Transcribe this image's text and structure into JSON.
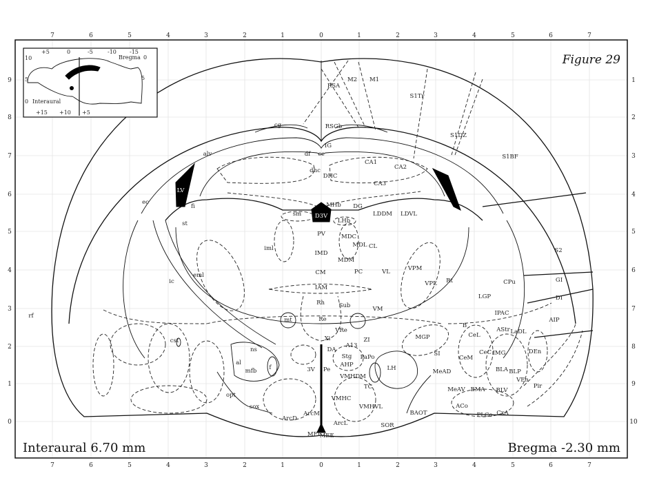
{
  "figure_label": "Figure 29",
  "interaural_label": "Interaural 6.70 mm",
  "bregma_label": "Bregma -2.30 mm",
  "axes": {
    "top": [
      "7",
      "6",
      "5",
      "4",
      "3",
      "2",
      "1",
      "0",
      "1",
      "2",
      "3",
      "4",
      "5",
      "6",
      "7"
    ],
    "bottom": [
      "7",
      "6",
      "5",
      "4",
      "3",
      "2",
      "1",
      "0",
      "1",
      "2",
      "3",
      "4",
      "5",
      "6",
      "7"
    ],
    "left": [
      "9",
      "8",
      "7",
      "6",
      "5",
      "4",
      "3",
      "2",
      "1",
      "0"
    ],
    "right": [
      "1",
      "2",
      "3",
      "4",
      "5",
      "6",
      "7",
      "8",
      "9",
      "10"
    ]
  },
  "inset": {
    "top_ticks": [
      "+5",
      "0",
      "-5",
      "-10",
      "-15"
    ],
    "bottom_ticks": [
      "+15",
      "+10",
      "+5"
    ],
    "left_ticks": [
      "10",
      "5",
      "0"
    ],
    "right_ticks": [
      "0",
      "5"
    ],
    "bregma": "Bregma",
    "interaural": "Interaural"
  },
  "regions": [
    "RSA",
    "M2",
    "M1",
    "S1Tr",
    "S1DZ",
    "S1BF",
    "S2",
    "GI",
    "DI",
    "AIP",
    "cg",
    "IG",
    "cc",
    "df",
    "alv",
    "CA1",
    "CA2",
    "DHC",
    "dhc",
    "CA3",
    "LV",
    "ec",
    "fi",
    "st",
    "MHb",
    "DG",
    "LDDM",
    "LDVL",
    "sm",
    "D3V",
    "LHb",
    "PV",
    "MDC",
    "MDL",
    "CL",
    "iml",
    "IMD",
    "MDM",
    "VPM",
    "VPL",
    "Rt",
    "CM",
    "PC",
    "VL",
    "eml",
    "ic",
    "CPu",
    "IAM",
    "LGP",
    "Rh",
    "Sub",
    "VM",
    "IPAC",
    "rf",
    "mt",
    "Re",
    "VRe",
    "B",
    "AStr",
    "LaDL",
    "CeL",
    "Xi",
    "ZI",
    "cst",
    "MGP",
    "ns",
    "DA",
    "A13",
    "Stg",
    "PaPo",
    "DEn",
    "CeC",
    "IMG",
    "SI",
    "CeM",
    "al",
    "mfb",
    "f",
    "3V",
    "Pe",
    "AHP",
    "LH",
    "BLA",
    "BLP",
    "MeAD",
    "VMHDM",
    "VEn",
    "opt",
    "TC",
    "MeAV",
    "BMA",
    "BLV",
    "Pir",
    "VMHC",
    "VMHVL",
    "sox",
    "ArcM",
    "ACo",
    "PLCo",
    "CxA",
    "BAOT",
    "ArcD",
    "ArcL",
    "SOR",
    "MEI",
    "MEE",
    "RSGb"
  ]
}
